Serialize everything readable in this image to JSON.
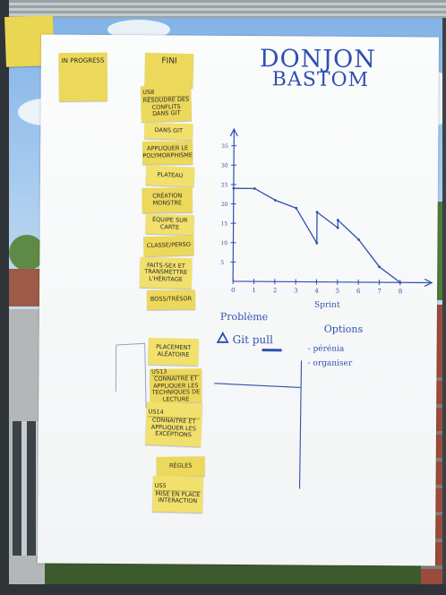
{
  "board_title": {
    "line1": "DONJON",
    "line2": "BASTOM"
  },
  "columns": {
    "in_progress_label": "IN PROGRESS",
    "done_label": "FINI"
  },
  "cards": [
    {
      "tag": "US8",
      "text": "RÉSOUDRE DES CONFLITS DANS GIT"
    },
    {
      "tag": "",
      "text": "DANS GIT"
    },
    {
      "tag": "",
      "text": "APPLIQUER LE POLYMORPHISME"
    },
    {
      "tag": "",
      "text": "PLATEAU"
    },
    {
      "tag": "",
      "text": "CRÉATION MONSTRE"
    },
    {
      "tag": "",
      "text": "ÉQUIPE SUR CARTE"
    },
    {
      "tag": "",
      "text": "CLASSE/PERSO"
    },
    {
      "tag": "",
      "text": "FAITS-SEX ET TRANSMETTRE L'HÉRITAGE"
    },
    {
      "tag": "",
      "text": "BOSS/TRÉSOR"
    },
    {
      "tag": "",
      "text": "PLACEMENT ALÉATOIRE"
    },
    {
      "tag": "US13",
      "text": "CONNAITRE ET APPLIQUER LES TECHNIQUES DE LECTURE"
    },
    {
      "tag": "US14",
      "text": "CONNAITRE ET APPLIQUER LES EXCEPTIONS"
    },
    {
      "tag": "",
      "text": "RÈGLES"
    },
    {
      "tag": "US5",
      "text": "MISE EN PLACE INTERACTION"
    }
  ],
  "chart_data": {
    "type": "line",
    "title": "",
    "xlabel": "Sprint",
    "ylabel": "",
    "x": [
      0,
      1,
      2,
      3,
      4,
      4,
      5,
      5,
      6,
      7,
      8
    ],
    "y": [
      24,
      24,
      21,
      19,
      10,
      18,
      14,
      16,
      11,
      4,
      0
    ],
    "x_ticks": [
      "0",
      "1",
      "2",
      "3",
      "4",
      "5",
      "6",
      "7",
      "8"
    ],
    "y_ticks": [
      "5",
      "10",
      "15",
      "20",
      "25",
      "30",
      "35"
    ],
    "xlim": [
      0,
      9
    ],
    "ylim": [
      0,
      37
    ],
    "grid": false
  },
  "problems_section": {
    "problem_heading": "Problème",
    "problem_item": "Git pull",
    "options_heading": "Options",
    "option_items": [
      "pérénia",
      "organiser"
    ]
  }
}
